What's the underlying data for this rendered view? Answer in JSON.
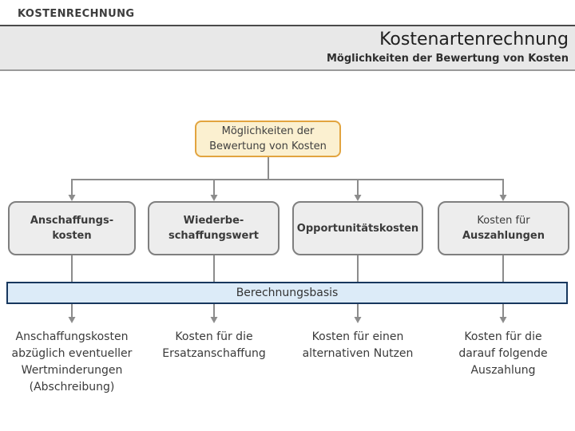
{
  "slide": {
    "eyebrow": "KOSTENRECHNUNG",
    "title": "Kostenartenrechnung",
    "subtitle": "Möglichkeiten der Bewertung von Kosten"
  },
  "diagram": {
    "root": {
      "label": [
        "Möglichkeiten der",
        "Bewertung von Kosten"
      ]
    },
    "bases_label": "Berechnungsbasis",
    "methods": [
      {
        "name": [
          "Anschaffungs-",
          "kosten"
        ],
        "description": [
          "Anschaffungskosten",
          "abzüglich eventueller",
          "Wertminderungen",
          "(Abschreibung)"
        ]
      },
      {
        "name": [
          "Wiederbe-",
          "schaffungswert"
        ],
        "description": [
          "Kosten für die",
          "Ersatzanschaffung"
        ]
      },
      {
        "name": [
          "Opportunitätskosten"
        ],
        "description": [
          "Kosten für einen",
          "alternativen Nutzen"
        ]
      },
      {
        "name_line1": "Kosten für",
        "name_line2": "Auszahlungen",
        "description": [
          "Kosten für die",
          "darauf folgende",
          "Auszahlung"
        ]
      }
    ]
  },
  "colors": {
    "band_bg": "#e8e8e8",
    "rule": "#4a4a4a",
    "root_fill": "#fbf0d0",
    "root_border": "#e2a43f",
    "box_fill": "#ededed",
    "box_border": "#7f7f7f",
    "bar_fill": "#dcebf8",
    "bar_border": "#17375e",
    "connector": "#8c8c8c",
    "text": "#3b3b3b"
  }
}
